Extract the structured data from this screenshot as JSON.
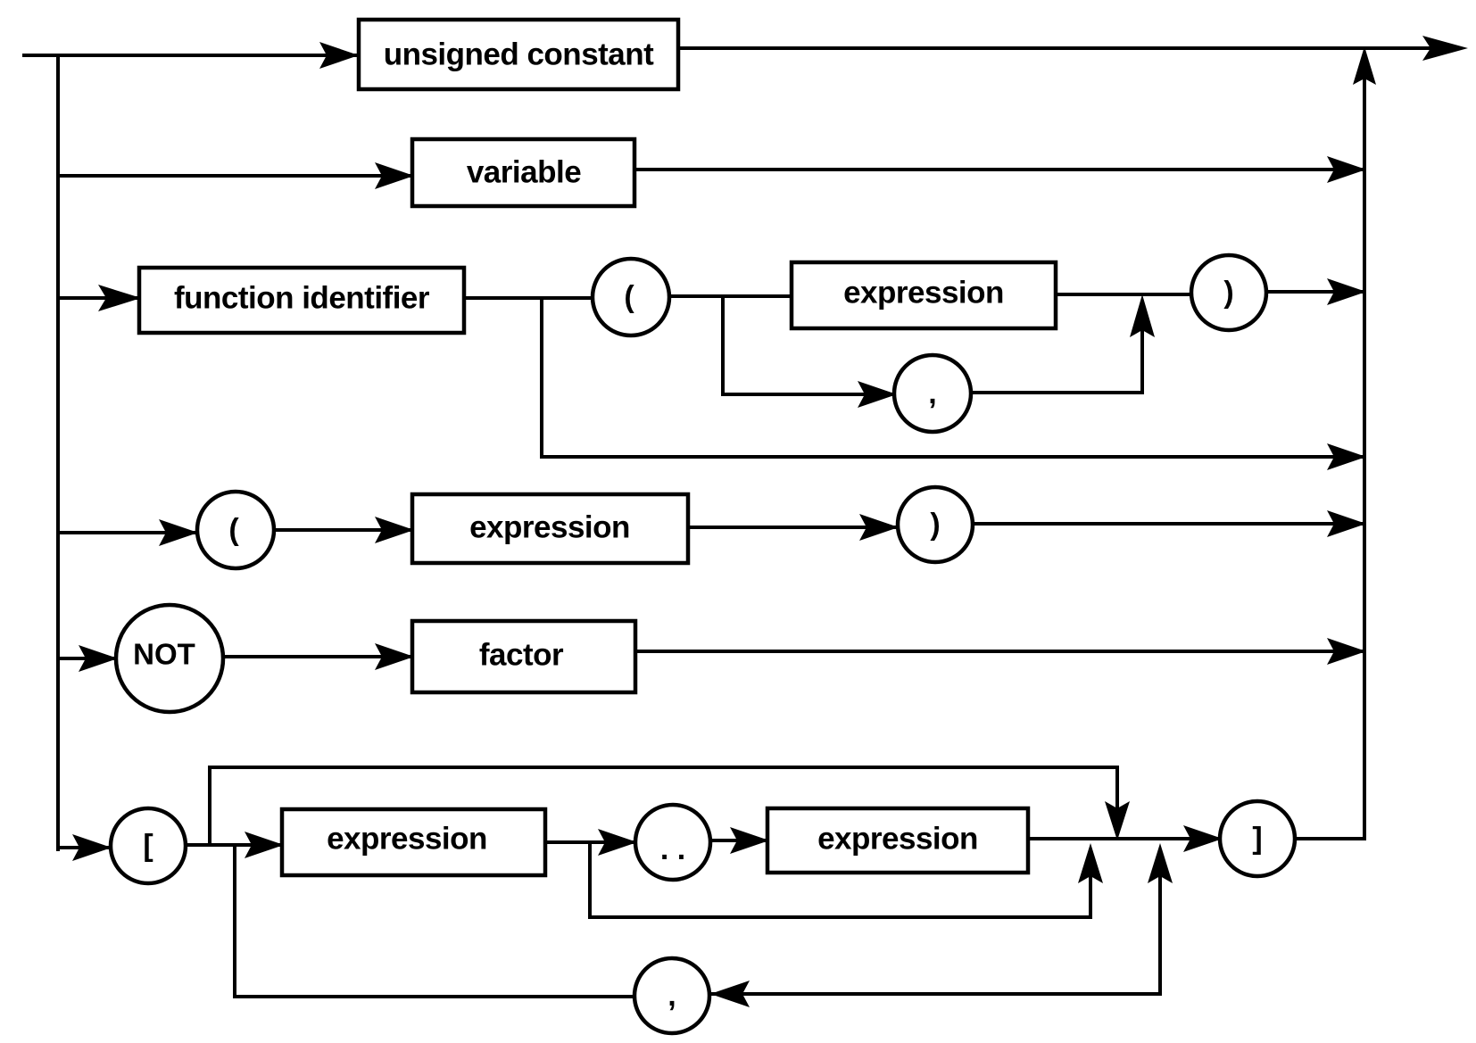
{
  "diagram": {
    "nonterminals": {
      "unsigned_constant": "unsigned constant",
      "variable": "variable",
      "function_identifier": "function identifier",
      "expression": "expression",
      "factor": "factor"
    },
    "terminals": {
      "open_paren": "(",
      "close_paren": ")",
      "comma": ",",
      "not": "NOT",
      "open_bracket": "[",
      "close_bracket": "]",
      "range": ". ."
    }
  }
}
